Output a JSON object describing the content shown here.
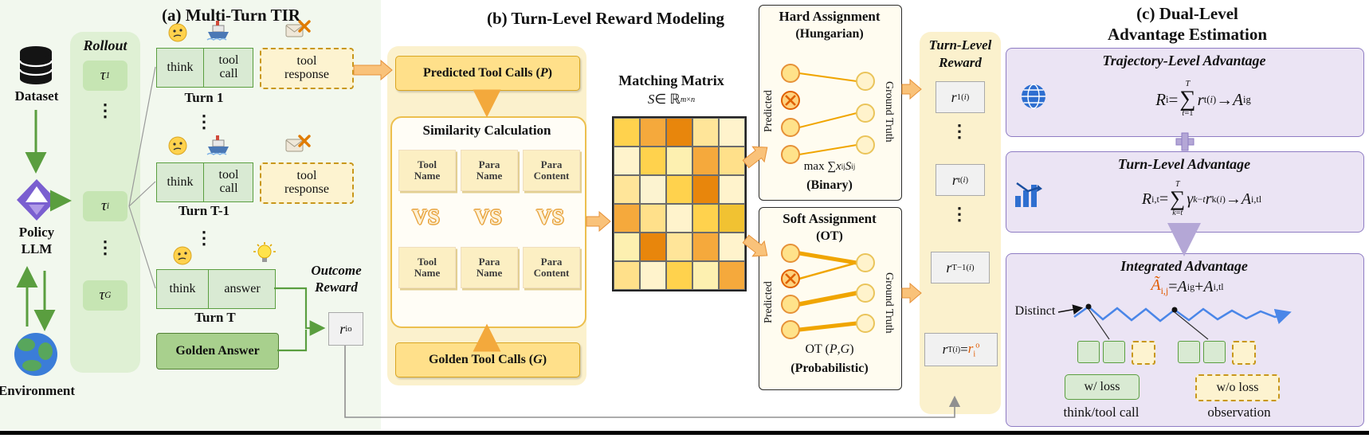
{
  "colors": {
    "green_fill": "#d9ead3",
    "green_border": "#5a9e3f",
    "green_medium": "#a8d08d",
    "panel_a_bg": "#f2f8ee",
    "rollout_bg": "#dff0d4",
    "tau_fill": "#c6e5b3",
    "yellow_box": "#ffe08a",
    "yellow_border": "#d9a521",
    "cream_bg": "#fbf1cd",
    "dashed_border": "#c8971b",
    "dashed_fill": "#fdf3d0",
    "orange_arrow": "#f3a93c",
    "block_arrow_fill": "#f9c27a",
    "block_arrow_edge": "#e69138",
    "circle_fill": "#ffe28a",
    "circle_edge": "#e69138",
    "cross_color": "#e06000",
    "grey_box": "#f1f1f1",
    "accent_orange": "#e05a00",
    "purple_fill": "#ebe4f4",
    "purple_border": "#8e7cc3",
    "purple_arrow": "#b4a7d6",
    "blue": "#4a86e8"
  },
  "panel_a": {
    "title": "(a) Multi-Turn TIR",
    "dataset_label": "Dataset",
    "policy_label": "Policy",
    "llm_label": "LLM",
    "environment_label": "Environment",
    "rollout_label": "Rollout",
    "tau_1": "τ<sub>1</sub>",
    "dots": "⋮",
    "tau_i": "τ<sub>i</sub>",
    "tau_G": "τ<sub>G</sub>",
    "think": "think",
    "tool_call": "tool<br>call",
    "tool_response": "tool<br>response",
    "answer": "answer",
    "turn1_label": "Turn 1",
    "turnT1_label": "Turn T-1",
    "turnT_label": "Turn T",
    "golden_answer": "Golden Answer",
    "outcome_line1": "Outcome",
    "outcome_line2": "Reward",
    "outcome_value": "<i>r</i><sub>i</sub><sup>o</sup>"
  },
  "panel_b": {
    "title": "(b) Turn-Level Reward Modeling",
    "predicted_box": "Predicted Tool Calls (<i>P</i>)",
    "similarity_title": "Similarity Calculation",
    "cell_tool_name": "Tool<br>Name",
    "cell_para_name": "Para<br>Name",
    "cell_para_content": "Para<br>Content",
    "vs": "VS",
    "golden_box": "Golden Tool Calls (<i>G</i>)",
    "matrix_title": "Matching Matrix",
    "matrix_formula": "<i>S</i> ∈ ℝ<sup><i>m</i>×<i>n</i></sup>",
    "matrix_cells": [
      [
        "#ffd24d",
        "#f5a93c",
        "#e8860c",
        "#ffe599",
        "#fff3cc"
      ],
      [
        "#fff3cc",
        "#ffd24d",
        "#fdf0b0",
        "#f5a93c",
        "#ffe08a"
      ],
      [
        "#ffe599",
        "#fcf3d0",
        "#ffd24d",
        "#e8860c",
        "#fff3cc"
      ],
      [
        "#f5a93c",
        "#ffe08a",
        "#fff3cc",
        "#ffd24d",
        "#f1c232"
      ],
      [
        "#fdf0b0",
        "#e8860c",
        "#ffe599",
        "#f5a93c",
        "#fff3cc"
      ],
      [
        "#ffe08a",
        "#fff3cc",
        "#ffd24d",
        "#fdf0b0",
        "#f5a93c"
      ]
    ],
    "hard": {
      "title": "Hard Assignment",
      "subtitle": "(Hungarian)",
      "left_label": "Predicted",
      "right_label": "Ground Truth",
      "formula": "max ∑ <i>x</i><sub>ij</sub><i>S</i><sub>ij</sub>",
      "tag": "(Binary)"
    },
    "soft": {
      "title": "Soft Assignment",
      "subtitle": "(OT)",
      "left_label": "Predicted",
      "right_label": "Ground Truth",
      "formula": "OT (<i>P</i>, <i>G</i>)",
      "tag": "(Probabilistic)"
    },
    "reward_col": {
      "header1": "Turn-Level",
      "header2": "Reward",
      "r1": "<i>r</i><sub>1</sub><sup>(<i>i</i>)</sup>",
      "dots": "⋮",
      "rt": "<i>r</i><sub>t</sub><sup>(<i>i</i>)</sup>",
      "rT1": "<i>r</i><sub>T−1</sub><sup>(<i>i</i>)</sup>",
      "rT": "<i>r</i><sub>T</sub><sup>(<i>i</i>)</sup> = <span class='orange'><i>r</i><sub>i</sub><sup>o</sup></span>"
    }
  },
  "panel_c": {
    "title_line1": "(c) Dual-Level",
    "title_line2": "Advantage Estimation",
    "traj": {
      "title": "Trajectory-Level Advantage",
      "formula": "<i>R</i><sub>i</sub> = <span class='sum'><span class='lim'><i>T</i></span><span class='sig'>∑</span><span class='lim'><i>t</i>=1</span></span> <i>r</i><sub>t</sub><sup>(<i>i</i>)</sup> → <i>A</i><sub>i</sub><sup>g</sup>"
    },
    "turn": {
      "title": "Turn-Level Advantage",
      "formula": "<i>R</i><sub>i,t</sub> = <span class='sum'><span class='lim'><i>T</i></span><span class='sig'>∑</span><span class='lim'><i>k</i>=<i>t</i></span></span> <i>γ</i><sup><i>k</i>−<i>t</i></sup> <i>r</i><sub>k</sub><sup>(<i>i</i>)</sup> → <i>A</i><sub>i,t</sub><sup>l</sup>"
    },
    "integrated": {
      "title": "Integrated Advantage",
      "formula": "<span class='orange'><i>Ã</i><sub>i,j</sub></span> = <i>A</i><sub>i</sub><sup>g</sup> + <i>A</i><sub>i,t</sub><sup>l</sup>",
      "distinct": "Distinct",
      "w_loss": "w/ loss",
      "wo_loss": "w/o loss",
      "caption_left": "think/tool call",
      "caption_right": "observation"
    }
  }
}
